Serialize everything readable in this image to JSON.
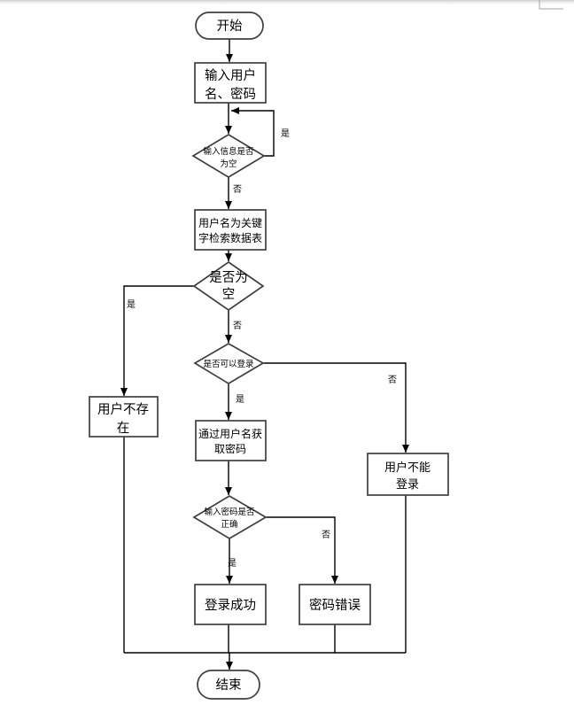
{
  "flowchart": {
    "nodes": {
      "start": {
        "type": "terminator",
        "lines": [
          "开始"
        ]
      },
      "input_credentials": {
        "type": "process",
        "lines": [
          "输入用户",
          "名、密码"
        ]
      },
      "check_input_empty": {
        "type": "decision",
        "lines": [
          "输入信息是否",
          "为空"
        ]
      },
      "search_table": {
        "type": "process",
        "lines": [
          "用户名为关键",
          "字检索数据表"
        ]
      },
      "check_result_empty": {
        "type": "decision",
        "lines": [
          "是否为",
          "空"
        ]
      },
      "check_can_login": {
        "type": "decision",
        "lines": [
          "是否可以登录"
        ]
      },
      "get_password": {
        "type": "process",
        "lines": [
          "通过用户名获",
          "取密码"
        ]
      },
      "check_password": {
        "type": "decision",
        "lines": [
          "输入密码是否",
          "正确"
        ]
      },
      "user_not_exist": {
        "type": "process",
        "lines": [
          "用户不存",
          "在"
        ]
      },
      "user_cannot_login": {
        "type": "process",
        "lines": [
          "用户不能",
          "登录"
        ]
      },
      "login_success": {
        "type": "process",
        "lines": [
          "登录成功"
        ]
      },
      "password_error": {
        "type": "process",
        "lines": [
          "密码错误"
        ]
      },
      "end": {
        "type": "terminator",
        "lines": [
          "结束"
        ]
      }
    },
    "edge_labels": {
      "input_empty_yes": "是",
      "input_empty_no": "否",
      "result_empty_yes": "是",
      "result_empty_no": "否",
      "can_login_yes": "是",
      "can_login_no": "否",
      "password_yes": "是",
      "password_no": "否"
    },
    "colors": {
      "shape_border": "#3f3f3f",
      "connector": "#000000",
      "text": "#000000",
      "page_edge": "#cfcfcf",
      "boundary_mark": "#a3a3a3"
    }
  }
}
